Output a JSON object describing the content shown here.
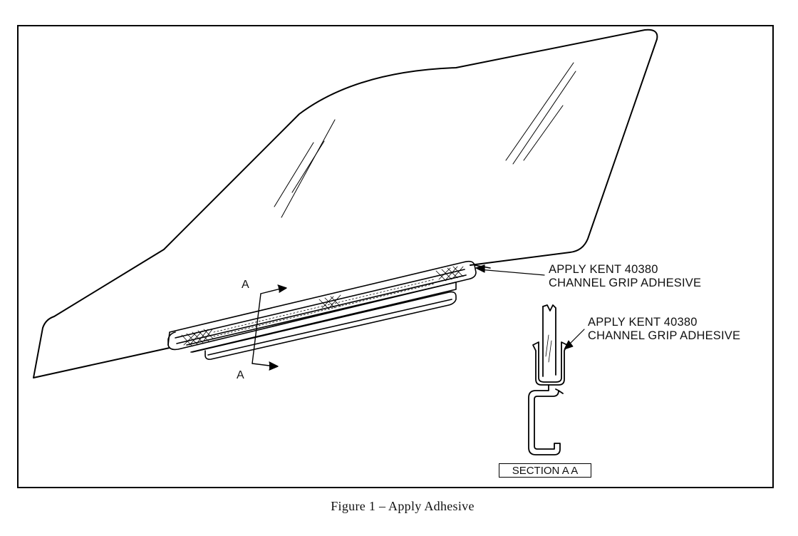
{
  "callouts": {
    "main_line1": "APPLY KENT 40380",
    "main_line2": "CHANNEL GRIP ADHESIVE",
    "section_line1": "APPLY KENT 40380",
    "section_line2": "CHANNEL GRIP ADHESIVE"
  },
  "section_marker": {
    "top": "A",
    "bottom": "A"
  },
  "section_label": "SECTION A A",
  "caption": "Figure 1 – Apply Adhesive"
}
